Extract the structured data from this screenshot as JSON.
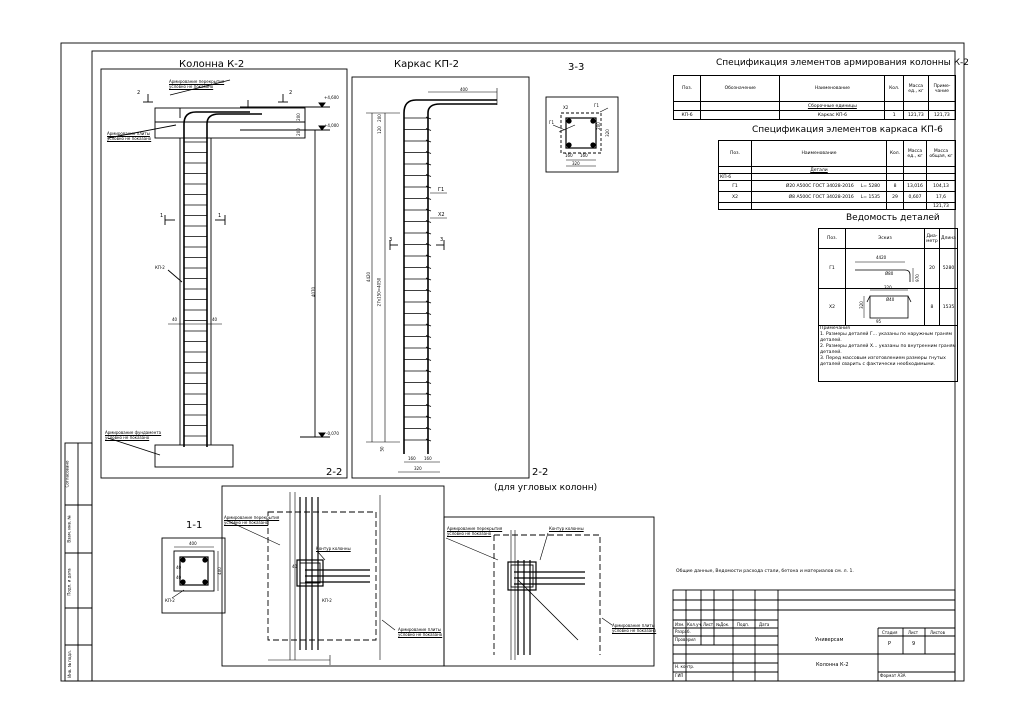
{
  "views": {
    "column_title": "Колонна К-2",
    "frame_title": "Каркас КП-2",
    "section33": "3-3",
    "section11": "1-1",
    "section22_a": "2-2",
    "section22_b": "2-2",
    "corner_note": "(для угловых колонн)"
  },
  "column_view": {
    "lbl_floor": "Армирование перекрытия\nусловно не показано",
    "lbl_plate": "Армирование плиты\nусловно не показано",
    "lbl_found": "Армирование фундамента\nусловно не показано",
    "kp": "КП-2",
    "mark_4600": "+4,600",
    "mark_4000": "+4,000",
    "mark_0070": "-0,070",
    "dim_4070": "4070",
    "dim_200a": "200",
    "dim_200b": "200",
    "dim_40a": "40",
    "dim_40b": "40",
    "cut_1": "1",
    "cut_2": "2"
  },
  "frame_view": {
    "dim_400": "400",
    "dim_4420": "4420",
    "dim_step": "27х150=4050",
    "dim_200": "200",
    "dim_120": "120",
    "dim_50": "50",
    "dim_160a": "160",
    "dim_160b": "160",
    "dim_320": "320",
    "g1": "Г1",
    "x2": "Х2",
    "cut_3": "3"
  },
  "sec33": {
    "x2": "Х2",
    "g1a": "Г1",
    "g1b": "Г1",
    "d160a": "160",
    "d160b": "160",
    "d320a": "320",
    "d320b": "320",
    "d200": "200"
  },
  "sec11": {
    "d400": "400",
    "d40a": "40",
    "d40b": "40",
    "d400v": "400",
    "kp": "КП-2"
  },
  "sec22a": {
    "floor": "Армирование перекрытия\nусловно не показано",
    "contour": "Контур колонны",
    "kp": "КП-2",
    "plate": "Армирование плиты\nусловно не показано",
    "d40": "40"
  },
  "sec22b": {
    "floor": "Армирование перекрытия\nусловно не показано",
    "contour": "Контур колонны",
    "plate": "Армирование плиты\nусловно не показано"
  },
  "spec1": {
    "title": "Спецификация элементов армирования колонны К-2",
    "headers": [
      "Поз.",
      "Обозначение",
      "Наименование",
      "Кол.",
      "Масса ед., кг",
      "Приме-чание"
    ],
    "section": "Сборочные единицы",
    "row": [
      "КП-6",
      "",
      "Каркас КП-6",
      "1",
      "121,73",
      "121,73"
    ]
  },
  "spec2": {
    "title": "Спецификация элементов каркаса КП-6",
    "headers": [
      "Поз.",
      "Наименование",
      "Кол.",
      "Масса ед., кг",
      "Масса общая, кг"
    ],
    "group": "КП-6",
    "section": "Детали",
    "rows": [
      [
        "Г1",
        "Ø20 А500С  ГОСТ 34028-2016",
        "L= 5280",
        "8",
        "13,016",
        "104,13"
      ],
      [
        "Х2",
        "Ø8 А500С  ГОСТ 34028-2016",
        "L= 1535",
        "29",
        "0,607",
        "17,6"
      ]
    ],
    "total": "121,73"
  },
  "details": {
    "title": "Ведомость деталей",
    "headers": [
      "Поз.",
      "Эскиз",
      "Диа-метр",
      "Длина"
    ],
    "rows": [
      {
        "pos": "Г1",
        "dia": "20",
        "len": "5280",
        "d1": "4420",
        "d2": "Ø80",
        "d3": "970"
      },
      {
        "pos": "Х2",
        "dia": "8",
        "len": "1535",
        "d1": "320",
        "d2": "Ø40",
        "d3": "320",
        "d4": "95"
      }
    ],
    "notes": "Примечания\n1. Размеры деталей Г... указаны по наружным граням деталей.\n2. Размеры деталей Х... указаны по внутренним граням деталей.\n3. Перед массовым изготовлением размеры гнутых деталей сварить с фактически необходимыми."
  },
  "general_note": "Общие данные, Ведомости расхода стали, бетона и материалов см. л. 1.",
  "stamp": {
    "cols": [
      "Изм.",
      "Кол.уч.",
      "Лист",
      "№Док.",
      "Подп.",
      "Дата"
    ],
    "r1": "Разраб.",
    "r2": "Проверил",
    "r3": "Н. контр.",
    "r4": "ГИП",
    "org": "Универсам",
    "sheet_name": "Колонна  К-2",
    "stage_h": "Стадия",
    "sheet_h": "Лист",
    "sheets_h": "Листов",
    "stage": "Р",
    "sheet": "9",
    "format": "Формат А3А"
  },
  "side_stamp": {
    "agreed": "Согласовано",
    "inv_repl": "Взам. инв. №",
    "sign_date": "Подп. и дата",
    "inv_orig": "Инв. № подл."
  }
}
